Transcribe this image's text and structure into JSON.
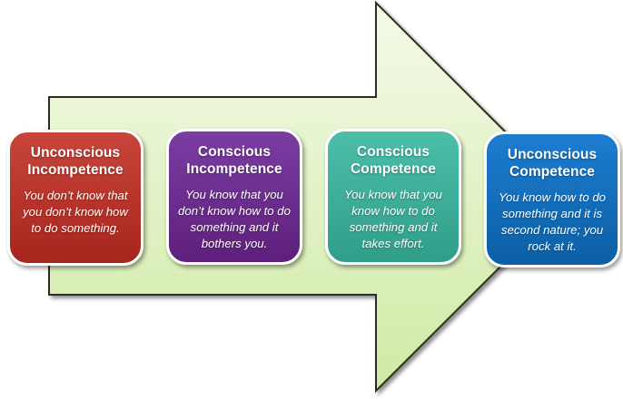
{
  "arrow": {
    "fill_top": "#f4fae8",
    "fill_bottom": "#cfeaa4",
    "outline": "#2b2e1f"
  },
  "stages": [
    {
      "title": "Unconscious Incompetence",
      "body": "You don’t know that you don’t know how to do something.",
      "color_top": "#c8453a",
      "color_bottom": "#a6251d"
    },
    {
      "title": "Conscious Incompetence",
      "body": "You know that you don’t know how to do something and it bothers you.",
      "color_top": "#7b3da2",
      "color_bottom": "#5e1f7c"
    },
    {
      "title": "Conscious Competence",
      "body": "You know that you know how to do something and it takes effort.",
      "color_top": "#4cbfa9",
      "color_bottom": "#2f9e89"
    },
    {
      "title": "Unconscious Competence",
      "body": "You know how to do something and it is second nature; you rock at it.",
      "color_top": "#1d7dd0",
      "color_bottom": "#0c5fa4"
    }
  ]
}
